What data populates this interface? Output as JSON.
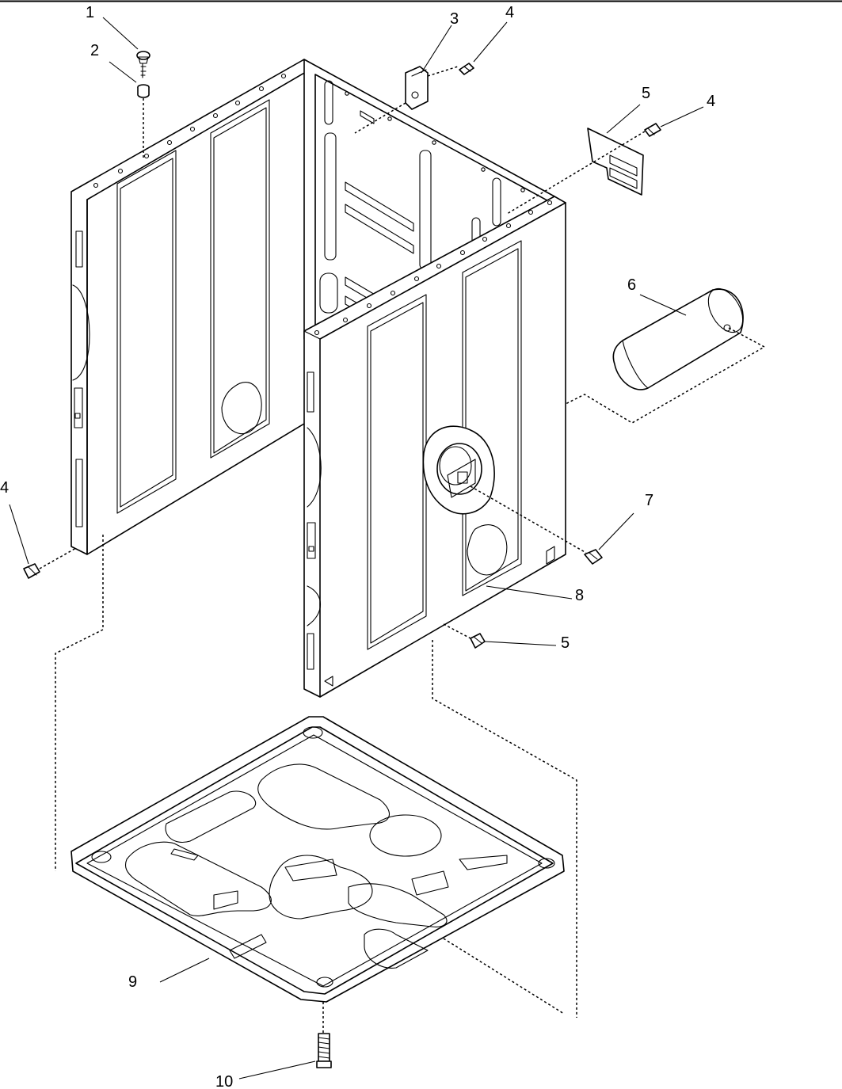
{
  "diagram": {
    "callouts": {
      "c1": "1",
      "c2": "2",
      "c3": "3",
      "c4a": "4",
      "c4b": "4",
      "c4c": "4",
      "c5a": "5",
      "c5b": "5",
      "c6": "6",
      "c7": "7",
      "c8": "8",
      "c9": "9",
      "c10": "10"
    }
  }
}
